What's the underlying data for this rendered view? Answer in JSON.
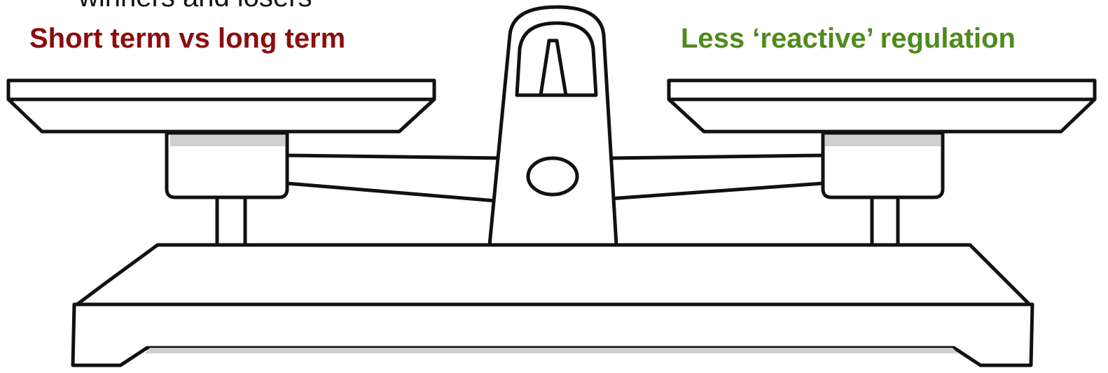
{
  "texts": {
    "top_fragment": "winners and losers",
    "left_heading": "Short term vs long term",
    "right_heading": "Less ‘reactive’ regulation"
  },
  "colors": {
    "left_heading": "#8b0d0d",
    "right_heading": "#4f8a1c",
    "outline": "#111111",
    "shade": "#cfcfcf"
  },
  "icon": "balance-scale-icon"
}
